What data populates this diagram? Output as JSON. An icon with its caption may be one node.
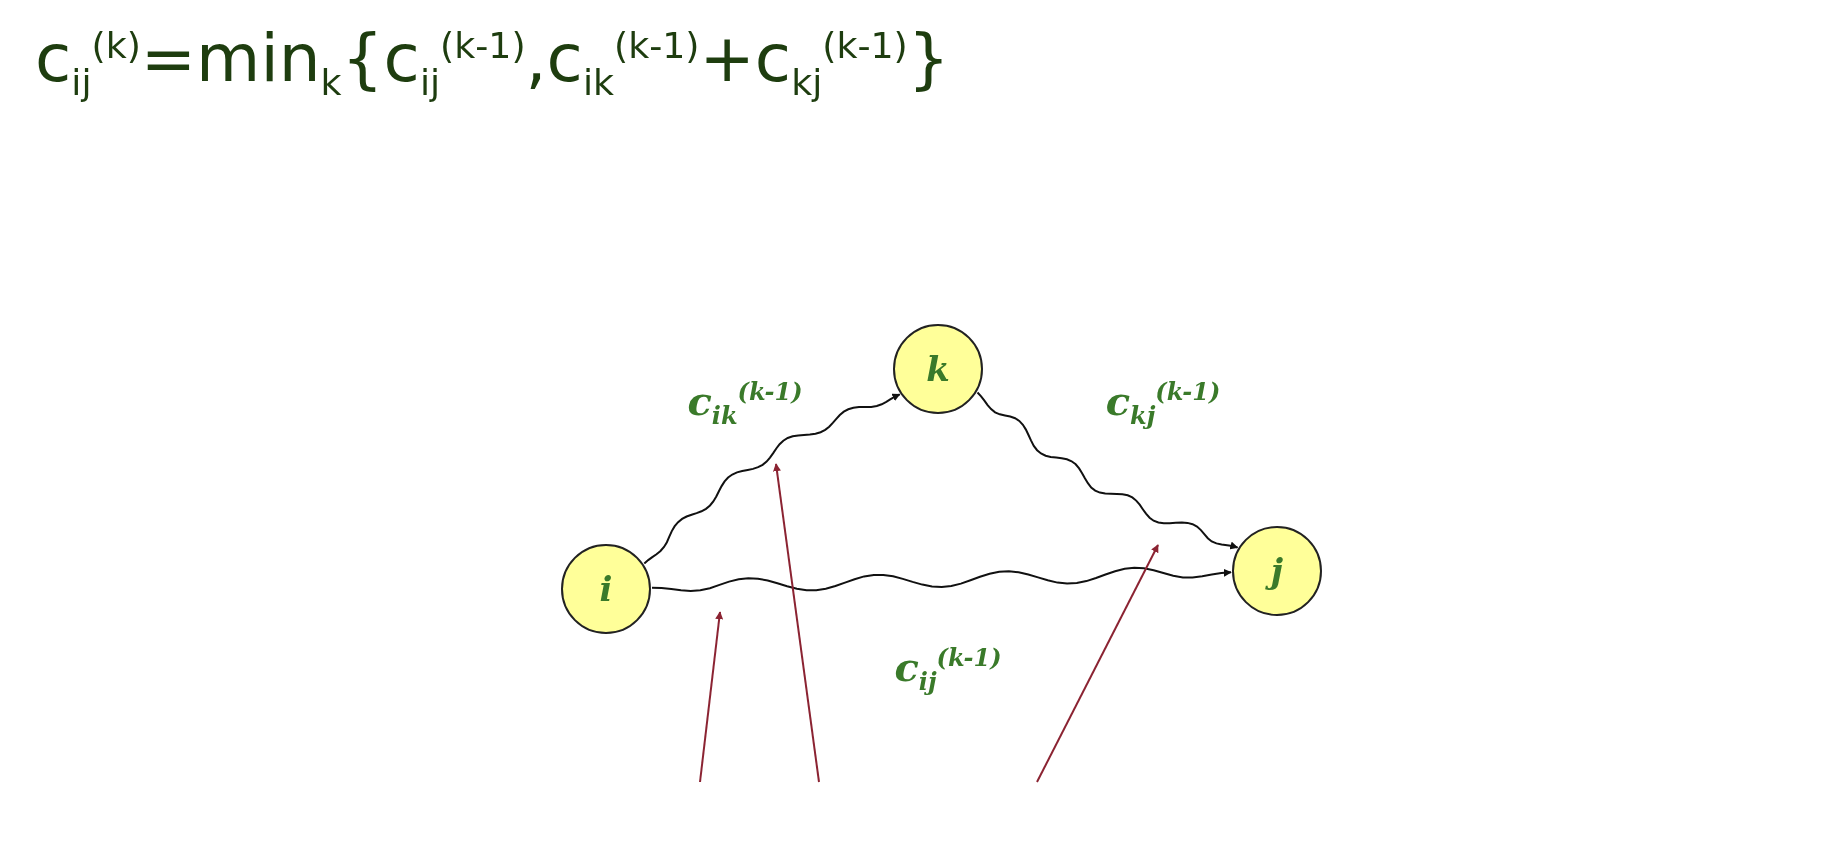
{
  "diagram": {
    "title": "c$_{ij}$$^{(k)}$=min$_{k}${c$_{ij}$$^{(k-1)}$,c$_{ik}$$^{(k-1)}$+c$_{kj}$$^{(k-1)}$}",
    "nodes": [
      {
        "text": [
          "i"
        ]
      },
      {
        "text": [
          "k"
        ]
      },
      {
        "text": [
          "j"
        ]
      }
    ],
    "edges": [
      {
        "from": 0,
        "to": 1,
        "arrow": "to",
        "label": "c$_{ik}$$^{(k-1)}$"
      },
      {
        "from": 1,
        "to": 2,
        "arrow": "to",
        "label": "c$_{kj}$$^{(k-1)}$"
      },
      {
        "from": 0,
        "to": 2,
        "arrow": "to",
        "label": "c$_{ij}$$^{(k-1)}$"
      }
    ]
  }
}
